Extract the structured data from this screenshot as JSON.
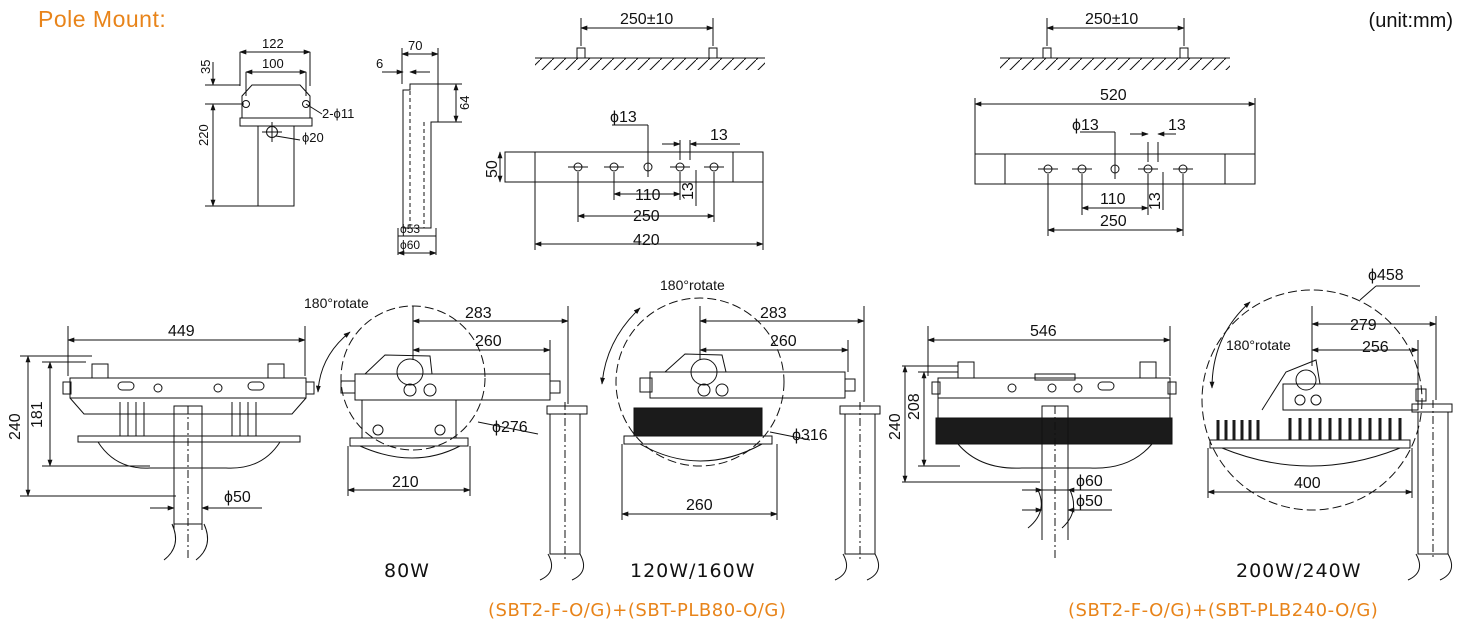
{
  "header": {
    "title": "Pole Mount:",
    "unit": "(unit:mm)"
  },
  "colors": {
    "accent": "#e8841a",
    "line": "#111111"
  },
  "bracket_front": {
    "d_width_outer": "122",
    "d_width_inner": "100",
    "d_top": "35",
    "d_height": "220",
    "d_holes": "2-ϕ11",
    "d_center_hole": "ϕ20"
  },
  "bracket_side": {
    "d_width": "70",
    "d_thickness": "6",
    "d_height": "64",
    "d_inner_dia": "ϕ53",
    "d_outer_dia": "ϕ60"
  },
  "arm_small": {
    "d_bolt_spacing": "250±10",
    "d_hole": "ϕ13",
    "d_offset": "13",
    "d_height": "50",
    "d_pitch": "110",
    "d_span": "250",
    "d_total": "420",
    "d_vertical": "13"
  },
  "arm_large": {
    "d_bolt_spacing": "250±10",
    "d_total": "520",
    "d_hole": "ϕ13",
    "d_offset": "13",
    "d_pitch": "110",
    "d_span": "250",
    "d_vertical": "13"
  },
  "light_80w": {
    "d_width": "449",
    "d_height": "240",
    "d_inner_height": "181",
    "d_pole": "ϕ50"
  },
  "rotate_80w": {
    "label": "180°rotate",
    "d_len_a": "283",
    "d_len_b": "260",
    "d_circle": "ϕ276",
    "d_base": "210"
  },
  "rotate_120w": {
    "label": "180°rotate",
    "d_len_a": "283",
    "d_len_b": "260",
    "d_circle": "ϕ316",
    "d_base": "260"
  },
  "light_200w": {
    "d_width": "546",
    "d_height": "240",
    "d_inner_height": "208",
    "d_pole_outer": "ϕ60",
    "d_pole_inner": "ϕ50"
  },
  "rotate_200w": {
    "label": "180°rotate",
    "d_circle": "ϕ458",
    "d_len_a": "279",
    "d_len_b": "256",
    "d_base": "400"
  },
  "captions": {
    "c1": "80W",
    "c2": "120W/160W",
    "c3": "200W/240W"
  },
  "models": {
    "m1": "(SBT2-F-O/G)+(SBT-PLB80-O/G)",
    "m2": "(SBT2-F-O/G)+(SBT-PLB240-O/G)"
  }
}
